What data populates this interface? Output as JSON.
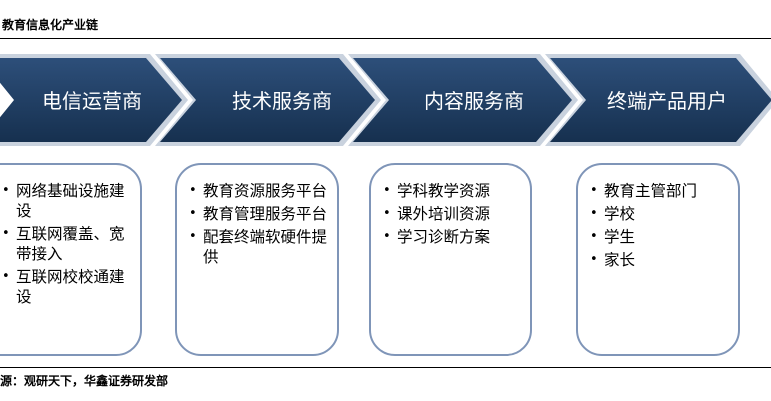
{
  "title": "教育信息化产业链",
  "stages": [
    {
      "label": "电信运营商",
      "items": [
        "网络基础设施建设",
        "互联网覆盖、宽带接入",
        "互联网校校通建设"
      ]
    },
    {
      "label": "技术服务商",
      "items": [
        "教育资源服务平台",
        "教育管理服务平台",
        "配套终端软硬件提供"
      ]
    },
    {
      "label": "内容服务商",
      "items": [
        "学科教学资源",
        "课外培训资源",
        "学习诊断方案"
      ]
    },
    {
      "label": "终端产品用户",
      "items": [
        "教育主管部门",
        "学校",
        "学生",
        "家长"
      ]
    }
  ],
  "source": "源：观研天下，华鑫证券研发部",
  "colors": {
    "chevron": "#1f3b5e",
    "card_border": "#7f95b8"
  }
}
